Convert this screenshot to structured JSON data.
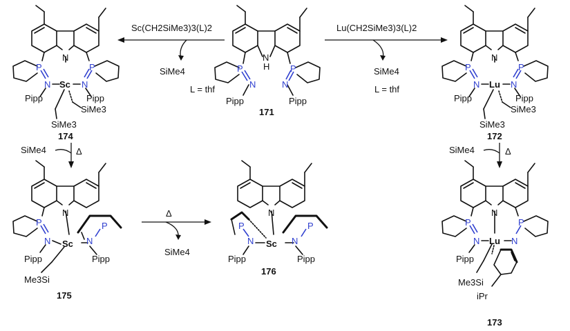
{
  "compounds": {
    "c171": "171",
    "c172": "172",
    "c173": "173",
    "c174": "174",
    "c175": "175",
    "c176": "176"
  },
  "reagents": {
    "sc_reagent": "Sc(CH2SiMe3)3(L)2",
    "lu_reagent": "Lu(CH2SiMe3)3(L)2",
    "byproduct": "SiMe4",
    "ligand_def": "L = thf",
    "heat": "Δ"
  },
  "atoms": {
    "N": "N",
    "NH": "H",
    "P": "P",
    "Sc": "Sc",
    "Lu": "Lu",
    "Pipp": "Pipp",
    "SiMe3": "SiMe3",
    "Me3Si": "Me3Si",
    "iPr": "iPr"
  }
}
